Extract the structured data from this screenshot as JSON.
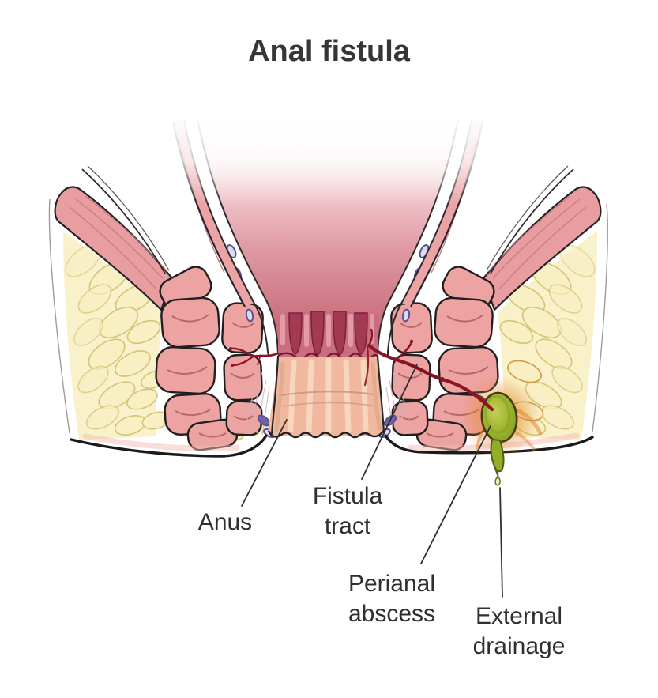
{
  "title": "Anal fistula",
  "labels": {
    "anus": "Anus",
    "fistula_tract": "Fistula\ntract",
    "perianal_abscess": "Perianal\nabscess",
    "external_drainage": "External\ndrainage"
  },
  "colors": {
    "background": "#ffffff",
    "title_text": "#363636",
    "label_text": "#2f2f2f",
    "leader_line": "#2e2e2e",
    "muscle_pink": "#eda3a2",
    "muscle_outline": "#1f1f1f",
    "lumen_deep_pink": "#c05e70",
    "dentate_dark_pink": "#a33a54",
    "anal_canal_skin": "#efb89f",
    "fat_fill": "#f9f1c9",
    "fat_lobule_outline": "#d6c377",
    "vessel_purple": "#5c5192",
    "fistula_red": "#8c1424",
    "abscess_green": "#93ad28",
    "abscess_outline": "#463a14",
    "inflammation_orange": "#e0761f",
    "drainage_green": "#8fae25",
    "skin_line": "#1b1b1b"
  }
}
